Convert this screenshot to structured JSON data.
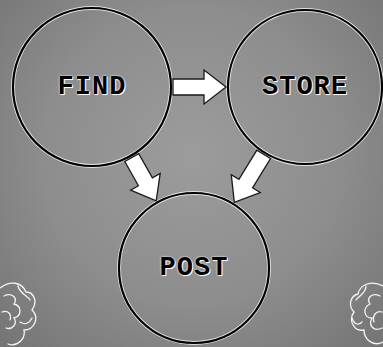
{
  "diagram": {
    "nodes": [
      {
        "text": [
          "FIND"
        ]
      },
      {
        "text": [
          "STORE"
        ]
      },
      {
        "text": [
          "POST"
        ]
      }
    ],
    "edges": [
      {
        "from": 0,
        "to": 1,
        "arrow": "to"
      },
      {
        "from": 0,
        "to": 2,
        "arrow": "to"
      },
      {
        "from": 1,
        "to": 2,
        "arrow": "to"
      }
    ]
  }
}
